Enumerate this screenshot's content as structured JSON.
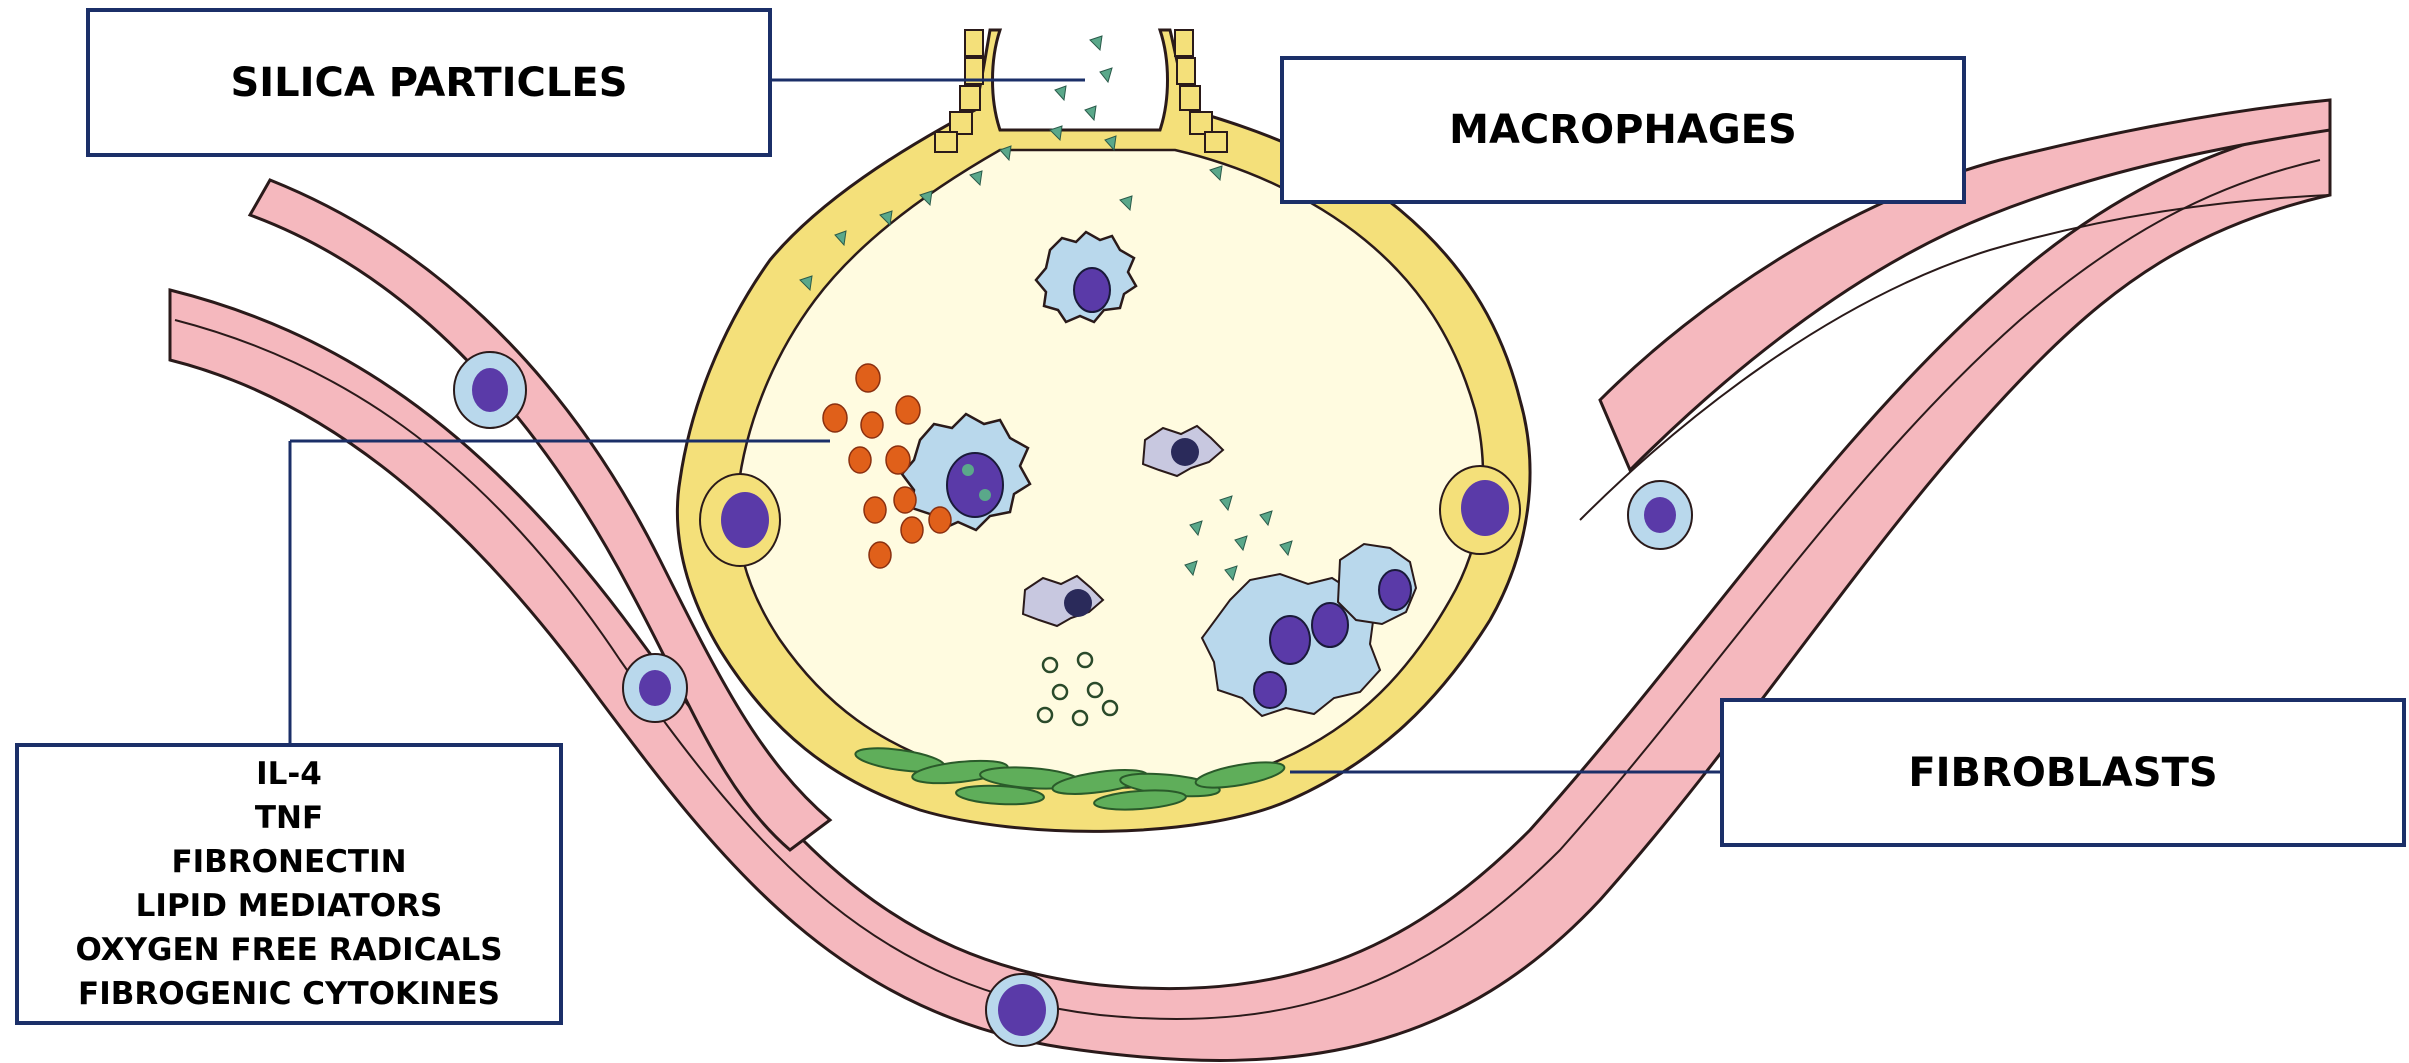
{
  "labels": {
    "silica": "SILICA PARTICLES",
    "macrophages": "MACROPHAGES",
    "fibroblasts": "FIBROBLASTS",
    "mediators": [
      "IL-4",
      "TNF",
      "FIBRONECTIN",
      "LIPID MEDIATORS",
      "OXYGEN FREE RADICALS",
      "FIBROGENIC CYTOKINES"
    ]
  },
  "colors": {
    "label_border": "#1b2f68",
    "vessel_fill": "#f5b8be",
    "vessel_outline": "#2a1a1a",
    "alveolar_wall": "#f4e07a",
    "alveolar_space": "#fffbe0",
    "macrophage_cytoplasm": "#b9d8ec",
    "nucleus": "#5a3aa8",
    "silica_particle": "#5aa88a",
    "mediator_droplet": "#e0601a",
    "fibroblast": "#5fae5a"
  }
}
